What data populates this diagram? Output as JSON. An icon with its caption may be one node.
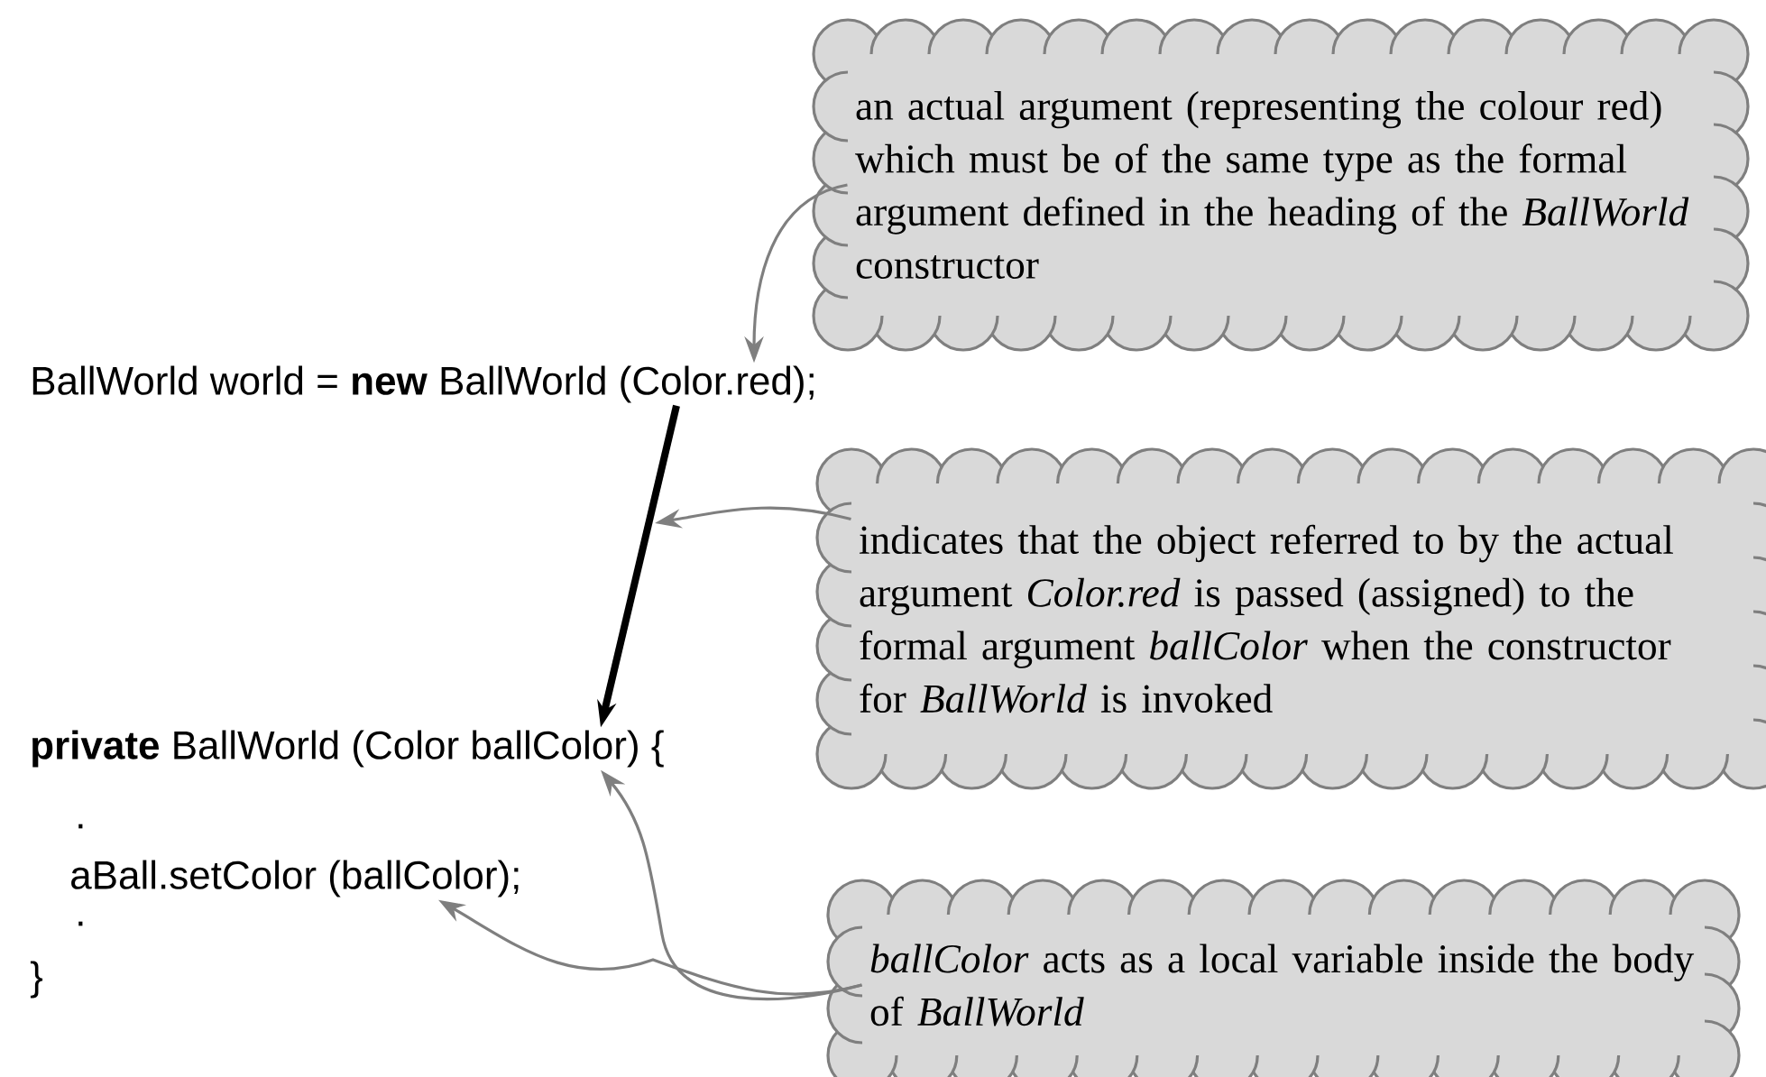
{
  "diagram": {
    "nodes": [
      {
        "text": [
          "BallWorld world = **new** BallWorld (Color.red);"
        ]
      },
      {
        "text": [
          "**private** BallWorld (Color ballColor) {"
        ]
      },
      {
        "text": [
          "aBall.setColor (ballColor);"
        ]
      },
      {
        "text": [
          "an actual argument (representing the colour red) which must be of the same type as the formal argument defined in the heading of the *BallWorld* constructor"
        ]
      },
      {
        "text": [
          "indicates that the object referred to by the actual argument *Color.red* is passed (assigned) to the formal argument *ballColor* when the constructor for *BallWorld* is invoked"
        ]
      },
      {
        "text": [
          "*ballColor* acts as a local variable inside the body of *BallWorld*"
        ]
      }
    ],
    "edges": [
      {
        "from": 0,
        "to": 1,
        "arrow": "to",
        "style": "thick",
        "color": "#000000"
      },
      {
        "from": 3,
        "to": 0,
        "arrow": "to"
      },
      {
        "from": 4,
        "to": null,
        "arrow": "to"
      },
      {
        "from": 5,
        "to": 1,
        "arrow": "to"
      },
      {
        "from": 5,
        "to": 2,
        "arrow": "to"
      }
    ],
    "labels": [
      ".",
      ".",
      "}"
    ]
  }
}
